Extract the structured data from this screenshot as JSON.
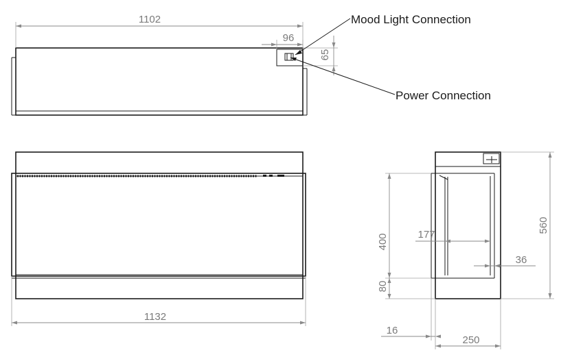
{
  "callouts": {
    "mood_light": "Mood Light Connection",
    "power": "Power Connection"
  },
  "dimensions": {
    "top_width": "1102",
    "box_width": "96",
    "box_height": "65",
    "front_width": "1132",
    "opening_height": "400",
    "base_height": "80",
    "overall_height": "560",
    "inner_depth": "177",
    "glass_offset": "36",
    "frame_depth": "16",
    "total_depth": "250"
  }
}
